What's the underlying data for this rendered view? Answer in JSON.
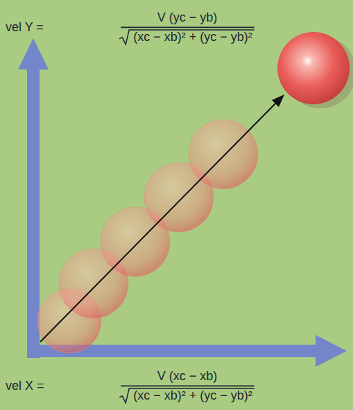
{
  "diagram": {
    "labels": [
      "vel Y =",
      "V (yc − yb)",
      "(xc − xb)² + (yc − yb)²",
      "vel X =",
      "V (xc − xb)",
      "(xc − xb)² + (yc − yb)²"
    ]
  }
}
